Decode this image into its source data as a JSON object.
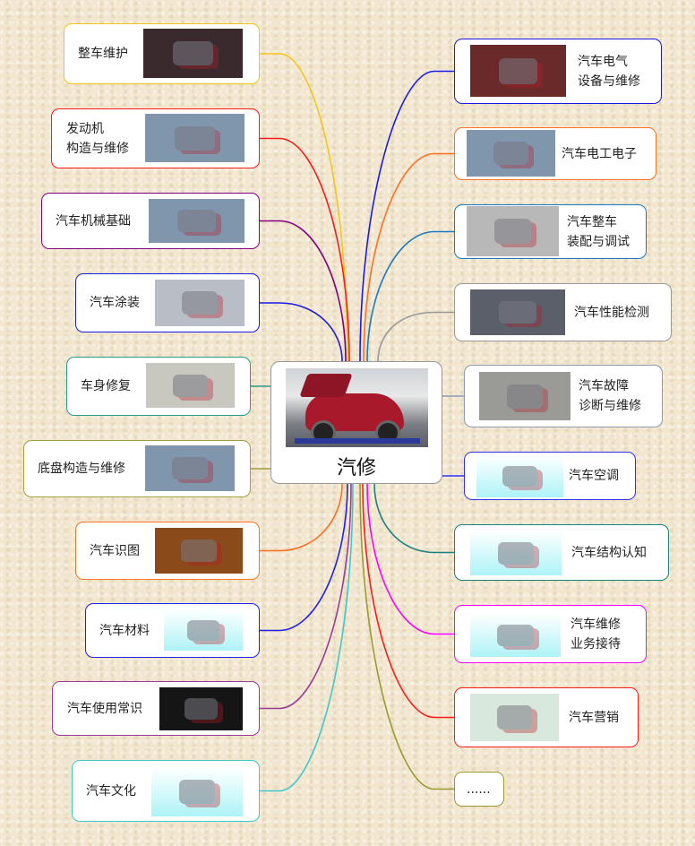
{
  "center": {
    "label": "汽修"
  },
  "left_nodes": [
    {
      "lines": [
        "整车维护"
      ],
      "color": "#f5c518",
      "image": "engine-bay-photo",
      "img_bg": "#3a2a2e"
    },
    {
      "lines": [
        "发动机",
        "构造与维修"
      ],
      "color": "#ff1a1a",
      "image": "engine-model",
      "img_bg": "#7f96ad"
    },
    {
      "lines": [
        "汽车机械基础"
      ],
      "color": "#800080",
      "image": "gearbox-shaft",
      "img_bg": "#7f96ad"
    },
    {
      "lines": [
        "汽车涂装"
      ],
      "color": "#1a1ae6",
      "image": "paint-booth-car",
      "img_bg": "#b9bec6"
    },
    {
      "lines": [
        "车身修复"
      ],
      "color": "#2a9a8a",
      "image": "body-repair-bench",
      "img_bg": "#c8c8c0"
    },
    {
      "lines": [
        "底盘构造与维修"
      ],
      "color": "#a0a040",
      "image": "chassis-parts",
      "img_bg": "#7f96ad"
    },
    {
      "lines": [
        "汽车识图"
      ],
      "color": "#ff7020",
      "image": "drawing-board",
      "img_bg": "#8b4a1a"
    },
    {
      "lines": [
        "汽车材料"
      ],
      "color": "#2020e6",
      "image": "red-car-model",
      "img_bg": "#aef3f7"
    },
    {
      "lines": [
        "汽车使用常识"
      ],
      "color": "#9a3a9a",
      "image": "steering-wheel",
      "img_bg": "#151515"
    },
    {
      "lines": [
        "汽车文化"
      ],
      "color": "#40c8c8",
      "image": "benz-tricycle",
      "img_bg": "#aef3f7"
    }
  ],
  "right_nodes": [
    {
      "lines": [
        "汽车电气",
        "设备与维修"
      ],
      "color": "#1a1ae6",
      "image": "multimeter-engine",
      "img_bg": "#6b2a2a"
    },
    {
      "lines": [
        "汽车电工电子"
      ],
      "color": "#ff7020",
      "image": "meter-and-clamp",
      "img_bg": "#7f96ad"
    },
    {
      "lines": [
        "汽车整车",
        "装配与调试"
      ],
      "color": "#1a7ac0",
      "image": "suv-assembly",
      "img_bg": "#b8b8b8"
    },
    {
      "lines": [
        "汽车性能检测"
      ],
      "color": "#999999",
      "image": "performance-test-rig",
      "img_bg": "#5a5f6a"
    },
    {
      "lines": [
        "汽车故障",
        "诊断与维修"
      ],
      "color": "#8a9ab0",
      "image": "workshop-diagnosis",
      "img_bg": "#9a9a96"
    },
    {
      "lines": [
        "汽车空调"
      ],
      "color": "#3030f0",
      "image": "ac-components",
      "img_bg": "#aef3f7"
    },
    {
      "lines": [
        "汽车结构认知"
      ],
      "color": "#1a8080",
      "image": "suspension-structure",
      "img_bg": "#aef3f7"
    },
    {
      "lines": [
        "汽车维修",
        "业务接待"
      ],
      "color": "#ff00ff",
      "image": "repair-reception",
      "img_bg": "#aef3f7"
    },
    {
      "lines": [
        "汽车营销"
      ],
      "color": "#ff1a1a",
      "image": "sales-consultant",
      "img_bg": "#d9e8dc"
    },
    {
      "lines": [
        "......"
      ],
      "color": "#9a9a30",
      "image": null
    }
  ]
}
